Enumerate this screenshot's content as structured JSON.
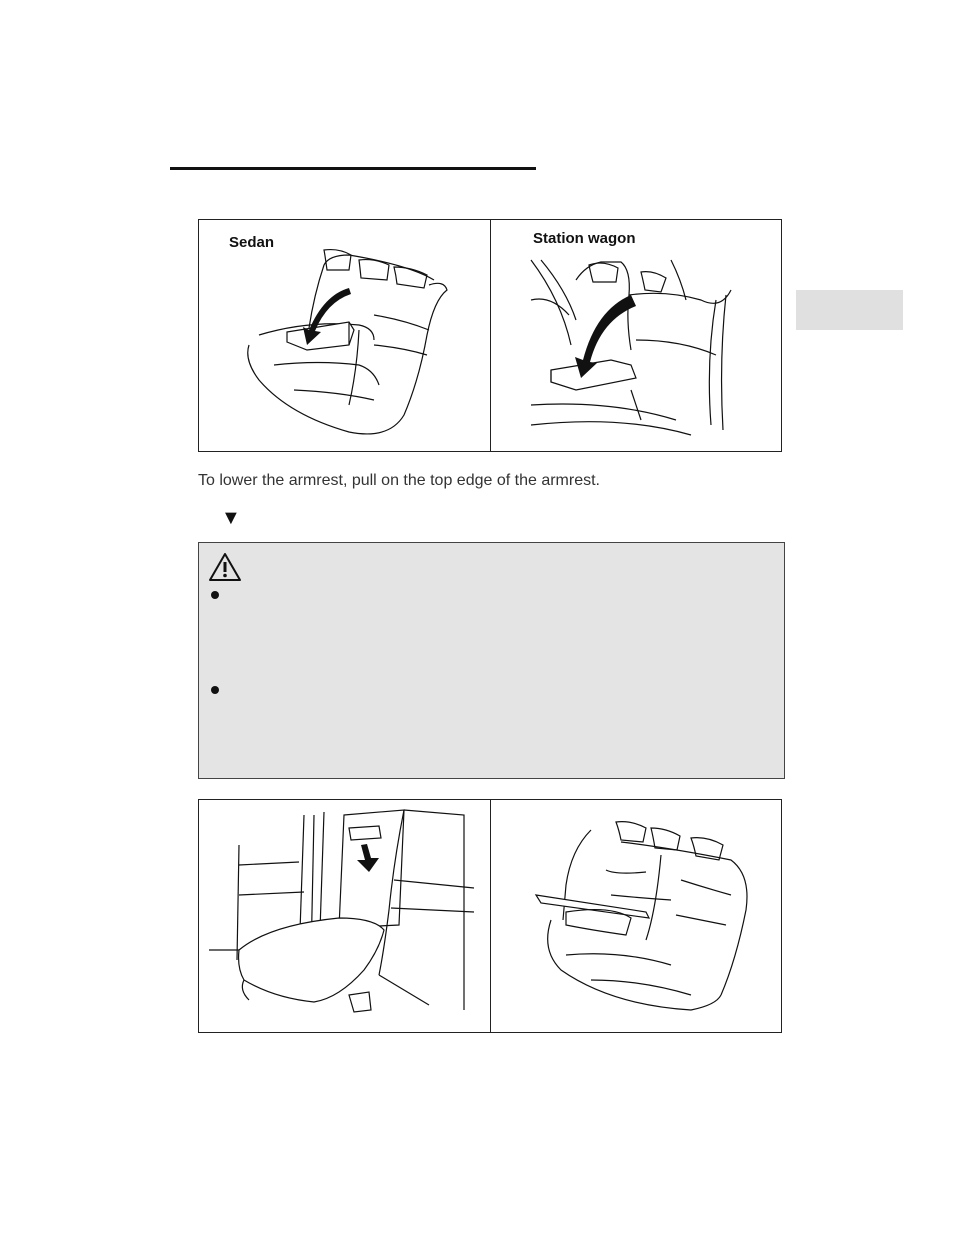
{
  "top_figure": {
    "left_label": "Sedan",
    "right_label": "Station wagon"
  },
  "instruction": "To lower the armrest, pull on the top edge of the armrest.",
  "marker": "▼",
  "warning": {
    "icon": "warning-triangle-icon",
    "bullets": [
      "",
      ""
    ]
  },
  "colors": {
    "tab": "#e0e0e0",
    "warning_background": "#e4e4e4"
  }
}
